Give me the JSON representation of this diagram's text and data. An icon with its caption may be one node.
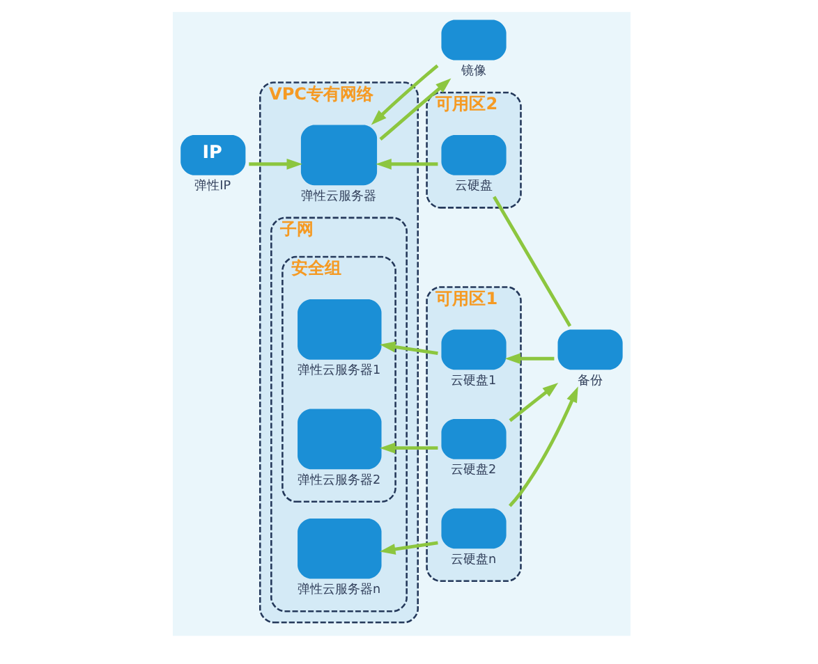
{
  "diagram": {
    "nodes": [
      {
        "text": [
          "IP",
          "弹性IP"
        ]
      },
      {
        "text": [
          "可用区2"
        ]
      },
      {
        "text": [
          "VPC专有网络"
        ]
      },
      {
        "text": [
          "弹性云服务器"
        ],
        "in": 2
      },
      {
        "text": [
          "云硬盘"
        ],
        "in": 1
      },
      {
        "text": [
          "可用区1"
        ]
      },
      {
        "text": [
          "子网"
        ],
        "in": 2
      },
      {
        "text": [
          "安全组"
        ],
        "in": 6
      },
      {
        "text": [
          "弹性云服务器1"
        ],
        "in": 7
      },
      {
        "text": [
          "云硬盘1"
        ],
        "in": 5
      },
      {
        "text": [
          "备份"
        ]
      },
      {
        "text": [
          "镜像"
        ]
      },
      {
        "text": [
          "弹性云服务器2"
        ],
        "in": 7
      },
      {
        "text": [
          "云硬盘2"
        ],
        "in": 5
      },
      {
        "text": [
          "弹性云服务器n"
        ],
        "in": 6
      },
      {
        "text": [
          "云硬盘n"
        ],
        "in": 5
      }
    ],
    "edges": [
      {
        "from": 0,
        "to": 3,
        "arrow": "to"
      },
      {
        "from": 3,
        "to": 11,
        "arrow": "to"
      },
      {
        "from": 11,
        "to": 3,
        "arrow": "to"
      },
      {
        "from": 4,
        "to": 3,
        "arrow": "to"
      },
      {
        "from": 4,
        "to": 10,
        "arrow": "none"
      },
      {
        "from": 10,
        "to": 9,
        "arrow": "to"
      },
      {
        "from": 9,
        "to": 8,
        "arrow": "to"
      },
      {
        "from": 13,
        "to": 12,
        "arrow": "to"
      },
      {
        "from": 13,
        "to": 10,
        "arrow": "to"
      },
      {
        "from": 15,
        "to": 10,
        "arrow": "to"
      },
      {
        "from": 15,
        "to": 14,
        "arrow": "to"
      }
    ]
  }
}
